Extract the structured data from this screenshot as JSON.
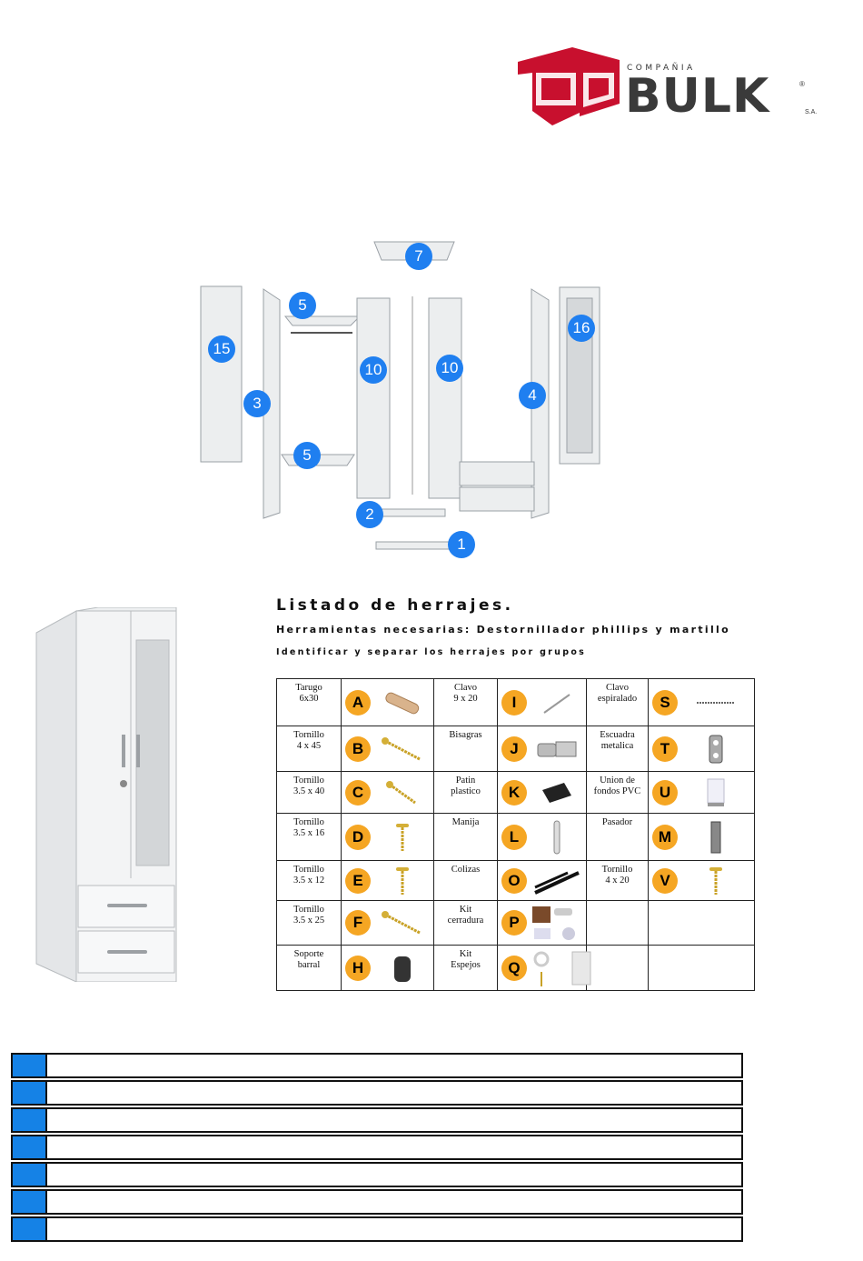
{
  "logo": {
    "small": "COMPAÑIA",
    "big": "BULK",
    "sa": "S.A.",
    "reg": "®"
  },
  "exploded_view": {
    "part_labels": [
      "7",
      "5",
      "15",
      "3",
      "10",
      "10",
      "4",
      "16",
      "5",
      "2",
      "1"
    ]
  },
  "heading": "Listado de herrajes.",
  "tools": "Herramientas necesarias: Destornillador phillips y martillo",
  "instruction": "Identificar y separar los herrajes por grupos",
  "hardware": [
    [
      {
        "name": "Tarugo\n6x30",
        "code": "A",
        "icon": "wooden-dowel-icon"
      },
      {
        "name": "Clavo\n9 x 20",
        "code": "I",
        "icon": "nail-icon"
      },
      {
        "name": "Clavo\nespiralado",
        "code": "S",
        "icon": "spiral-nail-icon"
      }
    ],
    [
      {
        "name": "Tornillo\n4 x 45",
        "code": "B",
        "icon": "screw-long-icon"
      },
      {
        "name": "Bisagras",
        "code": "J",
        "icon": "hinge-icon"
      },
      {
        "name": "Escuadra\nmetalica",
        "code": "T",
        "icon": "metal-bracket-icon"
      }
    ],
    [
      {
        "name": "Tornillo\n3.5 x 40",
        "code": "C",
        "icon": "screw-icon"
      },
      {
        "name": "Patin\nplastico",
        "code": "K",
        "icon": "plastic-glide-icon"
      },
      {
        "name": "Union de\nfondos PVC",
        "code": "U",
        "icon": "pvc-joint-icon"
      }
    ],
    [
      {
        "name": "Tornillo\n3.5 x 16",
        "code": "D",
        "icon": "short-screw-icon"
      },
      {
        "name": "Manija",
        "code": "L",
        "icon": "handle-icon"
      },
      {
        "name": "Pasador",
        "code": "M",
        "icon": "latch-icon"
      }
    ],
    [
      {
        "name": "Tornillo\n3.5 x 12",
        "code": "E",
        "icon": "short-screw-icon"
      },
      {
        "name": "Colizas",
        "code": "O",
        "icon": "drawer-slide-icon"
      },
      {
        "name": "Tornillo\n4 x 20",
        "code": "V",
        "icon": "short-screw-icon"
      }
    ],
    [
      {
        "name": "Tornillo\n3.5 x 25",
        "code": "F",
        "icon": "screw-long-icon"
      },
      {
        "name": "Kit\ncerradura",
        "code": "P",
        "icon": "lock-kit-icon"
      },
      null
    ],
    [
      {
        "name": "Soporte\nbarral",
        "code": "H",
        "icon": "rod-support-icon"
      },
      {
        "name": "Kit\nEspejos",
        "code": "Q",
        "icon": "mirror-kit-icon"
      },
      null
    ]
  ],
  "colors": {
    "part_badge": "#1f7ff0",
    "hardware_badge": "#f5a623",
    "list_number": "#1582e6",
    "logo_red": "#c8102e"
  }
}
